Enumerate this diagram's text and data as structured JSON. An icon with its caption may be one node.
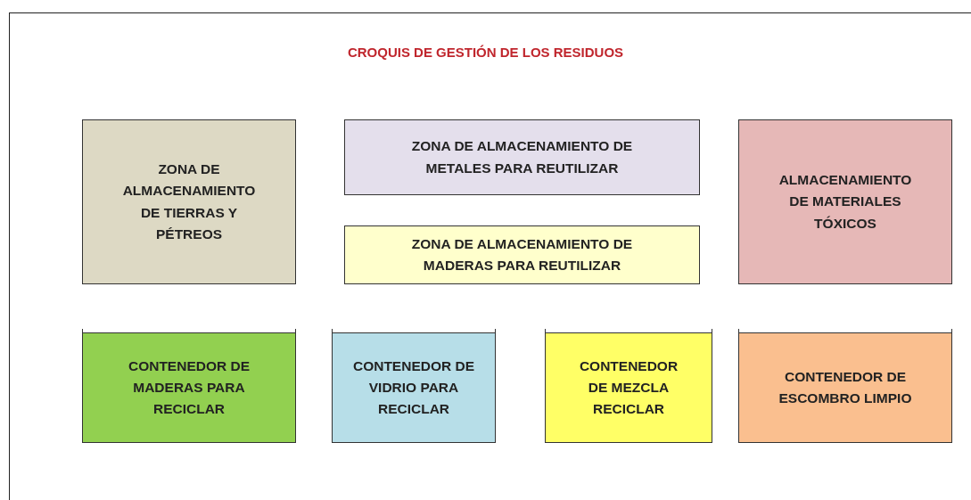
{
  "diagram": {
    "title": "CROQUIS DE GESTIÓN DE LOS RESIDUOS",
    "nodes": [
      {
        "text": [
          "ZONA DE ALMACENAMIENTO DE TIERRAS Y PÉTREOS"
        ]
      },
      {
        "text": [
          "ZONA DE ALMACENAMIENTO DE METALES PARA REUTILIZAR"
        ]
      },
      {
        "text": [
          "ZONA DE ALMACENAMIENTO DE MADERAS PARA REUTILIZAR"
        ]
      },
      {
        "text": [
          "ALMACENAMIENTO DE MATERIALES TÓXICOS"
        ]
      },
      {
        "text": [
          "CONTENEDOR DE MADERAS PARA RECICLAR"
        ]
      },
      {
        "text": [
          "CONTENEDOR DE VIDRIO PARA RECICLAR"
        ]
      },
      {
        "text": [
          "CONTENEDOR DE MEZCLA RECICLAR"
        ]
      },
      {
        "text": [
          "CONTENEDOR DE ESCOMBRO LIMPIO"
        ]
      }
    ]
  }
}
